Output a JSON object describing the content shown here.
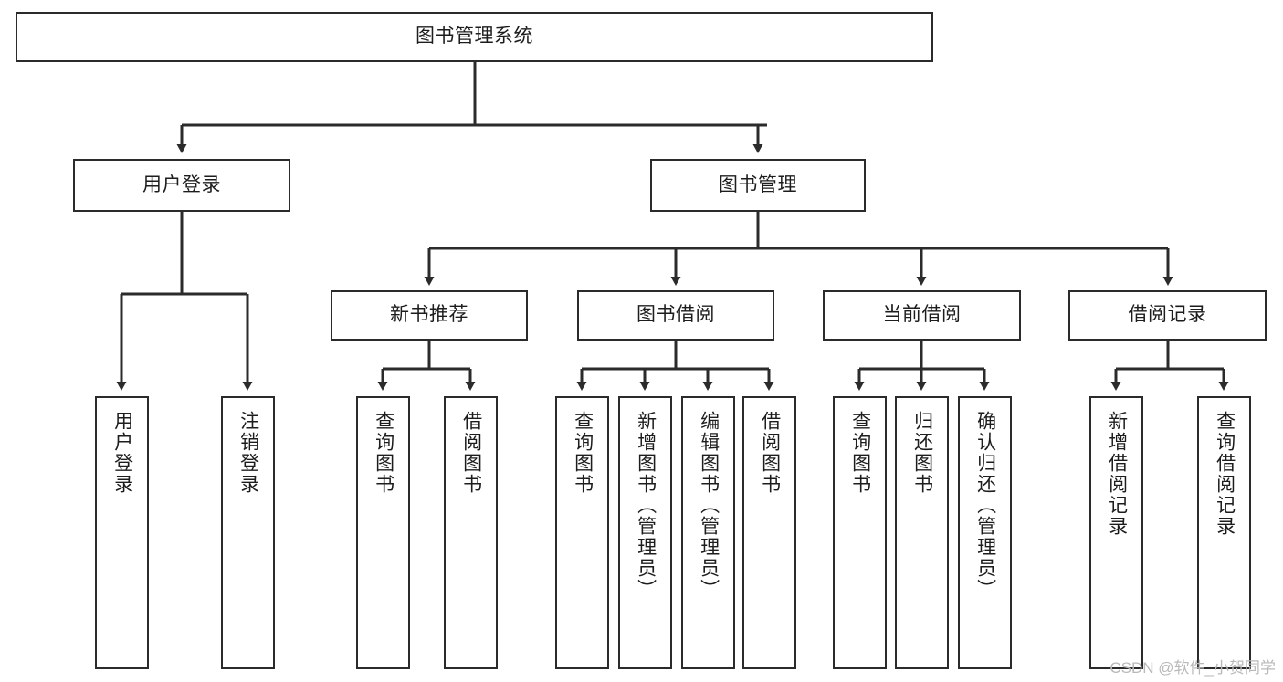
{
  "diagram": {
    "type": "tree-hierarchy",
    "title": "图书管理系统",
    "root": {
      "label": "图书管理系统"
    },
    "level2": [
      {
        "label": "用户登录"
      },
      {
        "label": "图书管理"
      }
    ],
    "level3": [
      {
        "label": "新书推荐"
      },
      {
        "label": "图书借阅"
      },
      {
        "label": "当前借阅"
      },
      {
        "label": "借阅记录"
      }
    ],
    "leaves": {
      "user_login": [
        {
          "label": "用户登录"
        },
        {
          "label": "注销登录"
        }
      ],
      "new_book_recommend": [
        {
          "label": "查询图书"
        },
        {
          "label": "借阅图书"
        }
      ],
      "book_borrow": [
        {
          "label": "查询图书"
        },
        {
          "label": "新增图书（管理员）"
        },
        {
          "label": "编辑图书（管理员）"
        },
        {
          "label": "借阅图书"
        }
      ],
      "current_borrow": [
        {
          "label": "查询图书"
        },
        {
          "label": "归还图书"
        },
        {
          "label": "确认归还（管理员）"
        }
      ],
      "borrow_records": [
        {
          "label": "新增借阅记录"
        },
        {
          "label": "查询借阅记录"
        }
      ]
    }
  },
  "watermark": {
    "text": "CSDN @软件_小贺同学"
  },
  "colors": {
    "stroke": "#2b2b2b",
    "fill": "#ffffff",
    "text": "#1d1d1d",
    "watermark": "#b9b9b9"
  }
}
